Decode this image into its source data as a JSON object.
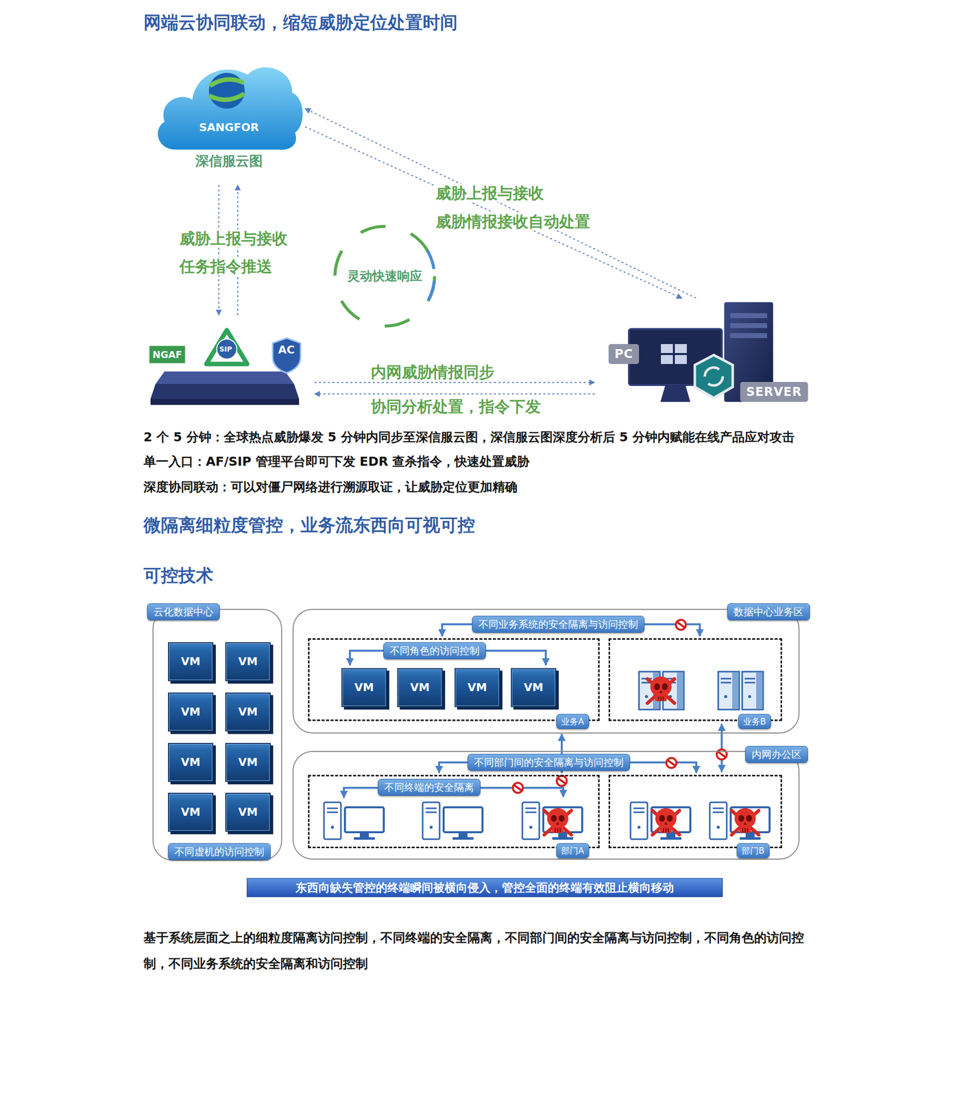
{
  "diagram": {
    "title": "网端云协同联动，缩短威胁定位处置时间",
    "nodes": [
      {
        "text": [
          "SANGFOR",
          "深信服云图"
        ]
      },
      {
        "text": [
          "灵动快速响应"
        ]
      },
      {
        "text": [
          "NGAF",
          "SIP",
          "AC"
        ]
      },
      {
        "text": [
          "PC",
          "SERVER"
        ]
      },
      {
        "text": [
          "云化数据中心",
          "不同虚机的访问控制"
        ]
      },
      {
        "text": [
          "VM"
        ],
        "in": 4
      },
      {
        "text": [
          "VM"
        ],
        "in": 4
      },
      {
        "text": [
          "VM"
        ],
        "in": 4
      },
      {
        "text": [
          "VM"
        ],
        "in": 4
      },
      {
        "text": [
          "VM"
        ],
        "in": 4
      },
      {
        "text": [
          "VM"
        ],
        "in": 4
      },
      {
        "text": [
          "VM"
        ],
        "in": 4
      },
      {
        "text": [
          "VM"
        ],
        "in": 4
      },
      {
        "text": [
          "数据中心业务区"
        ]
      },
      {
        "text": [
          "不同业务系统的安全隔离与访问控制"
        ],
        "in": 13
      },
      {
        "text": [
          "业务A"
        ],
        "in": 13
      },
      {
        "text": [
          "不同角色的访问控制"
        ],
        "in": 15
      },
      {
        "text": [
          "VM"
        ],
        "in": 15
      },
      {
        "text": [
          "VM"
        ],
        "in": 15
      },
      {
        "text": [
          "VM"
        ],
        "in": 15
      },
      {
        "text": [
          "VM"
        ],
        "in": 15
      },
      {
        "text": [
          "业务B"
        ],
        "in": 13
      },
      {
        "text": [
          "内网办公区"
        ]
      },
      {
        "text": [
          "不同部门间的安全隔离与访问控制"
        ],
        "in": 22
      },
      {
        "text": [
          "部门A"
        ],
        "in": 22
      },
      {
        "text": [
          "不同终端的安全隔离"
        ],
        "in": 24
      },
      {
        "text": [
          "部门B"
        ],
        "in": 22
      },
      {
        "text": [
          "东西向缺失管控的终端瞬间被横向侵入，管控全面的终端有效阻止横向移动"
        ]
      }
    ],
    "edges": [
      {
        "from": 2,
        "to": 0,
        "arrow": "to",
        "label": "威胁上报与接收"
      },
      {
        "from": 0,
        "to": 2,
        "arrow": "to",
        "label": "任务指令推送"
      },
      {
        "from": 3,
        "to": 0,
        "arrow": "to",
        "label": "威胁上报与接收"
      },
      {
        "from": 0,
        "to": 3,
        "arrow": "to",
        "label": "威胁情报接收自动处置"
      },
      {
        "from": 2,
        "to": 3,
        "arrow": "to",
        "label": "内网威胁情报同步"
      },
      {
        "from": 3,
        "to": 2,
        "arrow": "to",
        "label": "协同分析处置，指令下发"
      },
      {
        "from": 14,
        "to": 15,
        "arrow": "to"
      },
      {
        "from": 14,
        "to": 21,
        "arrow": "to"
      },
      {
        "from": 16,
        "to": 17,
        "arrow": "to"
      },
      {
        "from": 16,
        "to": 20,
        "arrow": "to"
      },
      {
        "from": 15,
        "to": 24,
        "arrow": "both"
      },
      {
        "from": 21,
        "to": 26,
        "arrow": "both"
      },
      {
        "from": 23,
        "to": 24,
        "arrow": "to"
      },
      {
        "from": 23,
        "to": 26,
        "arrow": "to"
      }
    ],
    "labels": [
      "2 个 5 分钟：全球热点威胁爆发 5 分钟内同步至深信服云图，深信服云图深度分析后 5 分钟内赋能在线产品应对攻击",
      "单一入口：AF/SIP 管理平台即可下发 EDR 查杀指令，快速处置威胁",
      "深度协同联动：可以对僵尸网络进行溯源取证，让威胁定位更加精确",
      "微隔离细粒度管控，业务流东西向可视可控",
      "可控技术",
      "基于系统层面之上的细粒度隔离访问控制，不同终端的安全隔离，不同部门间的安全隔离与访问控制，不同角色的访问控制，不同业务系统的安全隔离和访问控制"
    ]
  }
}
